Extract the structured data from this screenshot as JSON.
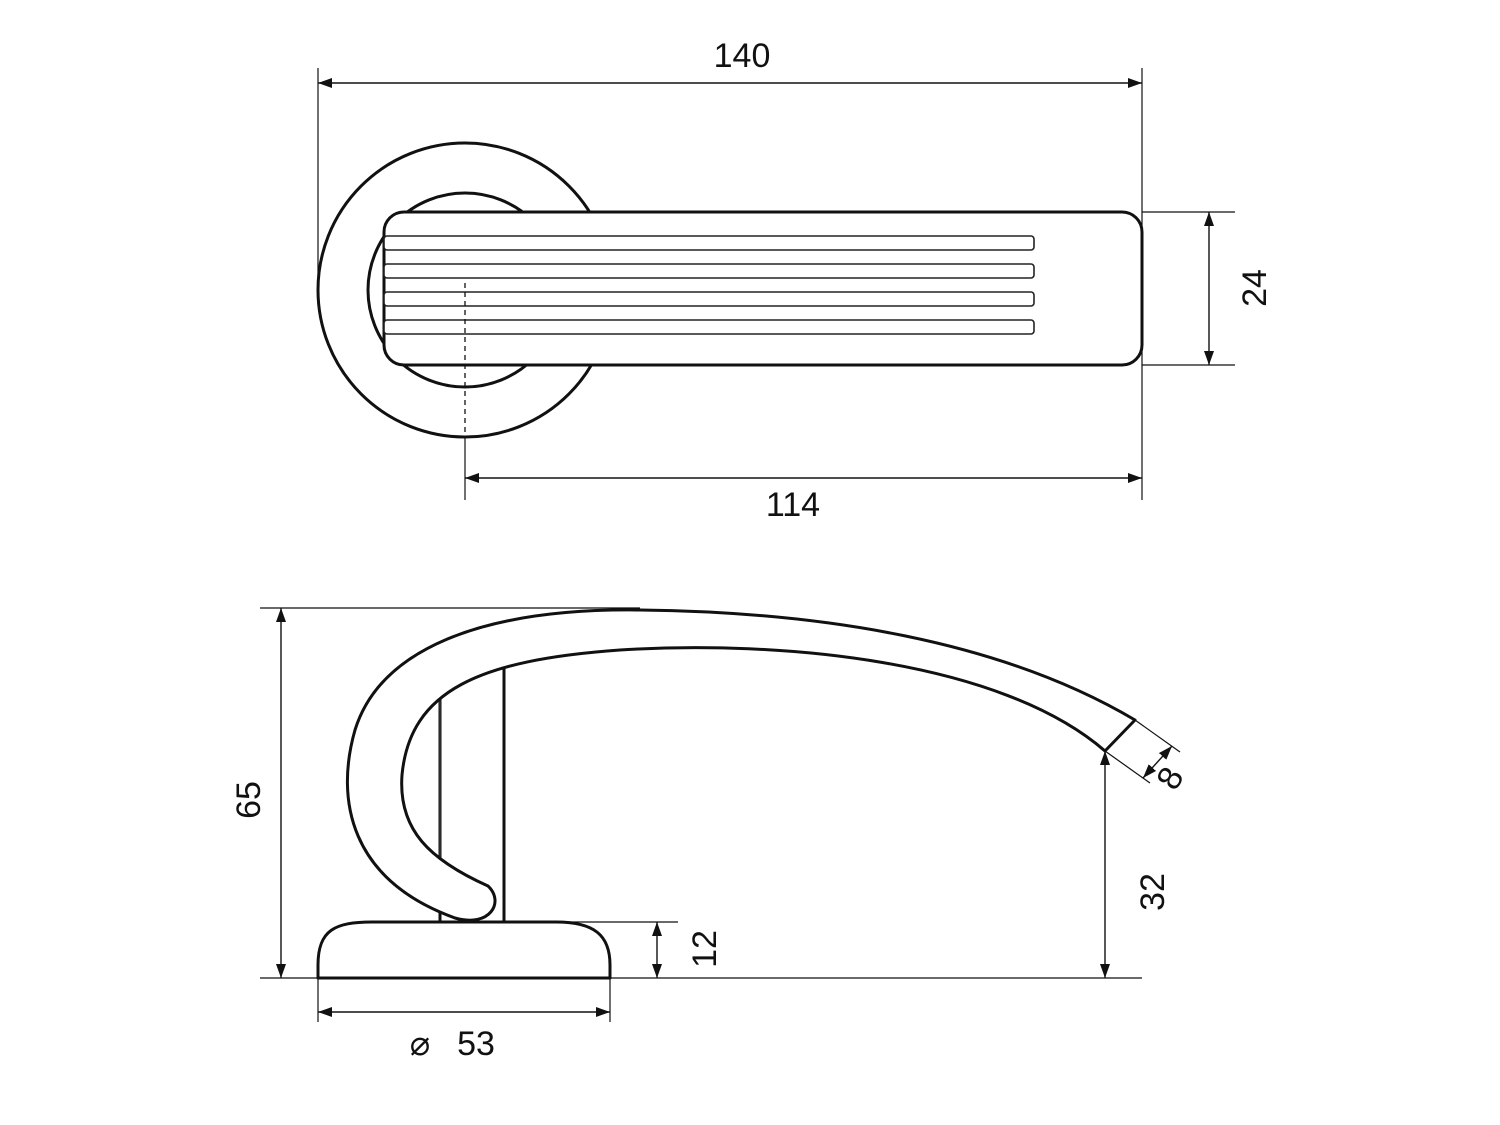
{
  "top_view": {
    "dim_overall_length": "140",
    "dim_lever_width": "24",
    "dim_lever_reach": "114"
  },
  "side_view": {
    "dim_height": "65",
    "dim_rose_height": "12",
    "dim_lever_end_height": "32",
    "dim_tip_thickness": "8",
    "diameter_symbol": "⌀",
    "dim_rose_diameter": "53"
  },
  "colors": {
    "line": "#111111",
    "background": "#ffffff"
  }
}
